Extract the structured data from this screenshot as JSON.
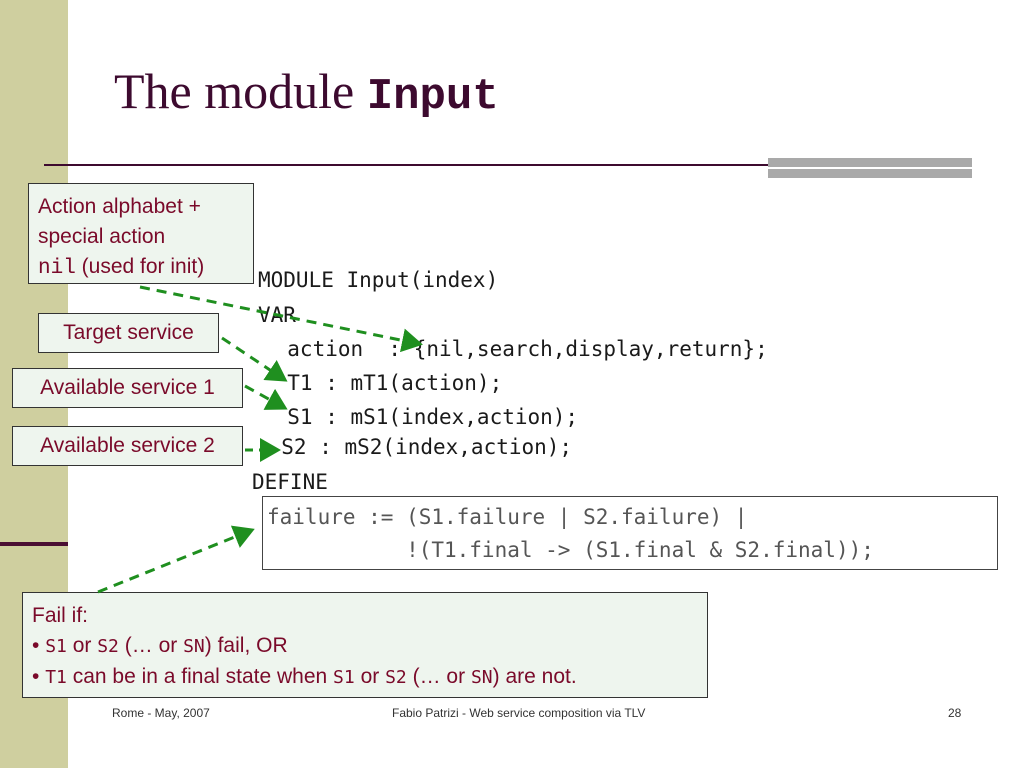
{
  "title": {
    "text": "The module ",
    "mono": "Input"
  },
  "code": {
    "line1": "MODULE Input(index)",
    "line2": "VAR",
    "line3": "  action  : {nil,search,display,return};",
    "line4": "  T1 : mT1(action);",
    "line5": "  S1 : mS1(index,action);",
    "line6": "  S2 : mS2(index,action);",
    "line7": "DEFINE",
    "define1": "failure := (S1.failure | S2.failure) |",
    "define2": "           !(T1.final -> (S1.final & S2.final));"
  },
  "callouts": {
    "action_line1": "Action alphabet +",
    "action_line2": "special action",
    "action_code": "nil",
    "action_line3": " (used for init)",
    "target": "Target service",
    "available1": "Available service 1",
    "available2": "Available service 2"
  },
  "fail": {
    "heading": "Fail if:",
    "b1_bullet": "• ",
    "b1_s1": "S1",
    "b1_or": " or ",
    "b1_s2": "S2",
    "b1_mid": " (… or ",
    "b1_sn": "SN",
    "b1_end": ")  fail, OR",
    "b2_bullet": "• ",
    "b2_t1": "T1",
    "b2_mid": " can be in a final state when ",
    "b2_s1": "S1",
    "b2_or": " or ",
    "b2_s2": "S2",
    "b2_paren": " (… or ",
    "b2_sn": "SN",
    "b2_end": ") are not."
  },
  "footer": {
    "left": "Rome - May, 2007",
    "center": "Fabio Patrizi - Web service composition via TLV",
    "page": "28"
  },
  "colors": {
    "sidebar": "#cfcf9f",
    "title": "#3d0a2f",
    "callout_text": "#7a0a2a",
    "callout_bg": "#eef5ee",
    "arrow": "#1f8f1f"
  }
}
